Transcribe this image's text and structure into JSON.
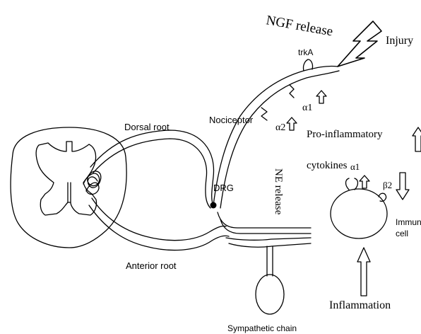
{
  "labels": {
    "ngf_release": "NGF release",
    "injury": "Injury",
    "trka": "trkA",
    "alpha1_nerve": "α1",
    "alpha2_nerve": "α2",
    "nociceptor": "Nociceptor",
    "dorsal_root": "Dorsal root",
    "pro_inflammatory_line1": "Pro-inflammatory",
    "pro_inflammatory_line2": "cytokines",
    "ne_release": "NE release",
    "drg": "DRG",
    "alpha1_immune": "α1",
    "beta2_immune": "β2",
    "immune_line1": "Immune",
    "immune_line2": "cell",
    "anterior_root": "Anterior root",
    "inflammation": "Inflammation",
    "sympathetic_chain": "Sympathetic chain"
  },
  "colors": {
    "ink": "#000000",
    "background": "#ffffff"
  },
  "icons": {
    "injury": "lightning-bolt-icon",
    "up_arrow": "hollow-up-arrow-icon",
    "down_arrow": "hollow-down-arrow-icon",
    "receptor": "receptor-icon"
  }
}
